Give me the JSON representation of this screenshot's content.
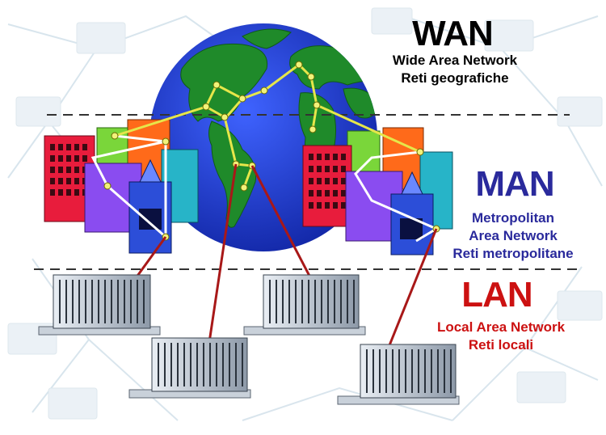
{
  "wan": {
    "title": "WAN",
    "line1": "Wide Area Network",
    "line2": "Reti geografiche",
    "color": "#000000"
  },
  "man": {
    "title": "MAN",
    "line1": "Metropolitan",
    "line2": "Area Network",
    "line3": "Reti metropolitane",
    "color": "#2a2a9c"
  },
  "lan": {
    "title": "LAN",
    "line1": "Local Area Network",
    "line2": "Reti locali",
    "color": "#cc1111"
  },
  "colors": {
    "globe_ocean": "#1f3fd0",
    "land": "#1f8a2a",
    "wan_link": "#e6e64a",
    "man_link": "#ffffff",
    "lan_link": "#a81818",
    "divider": "#333333"
  }
}
